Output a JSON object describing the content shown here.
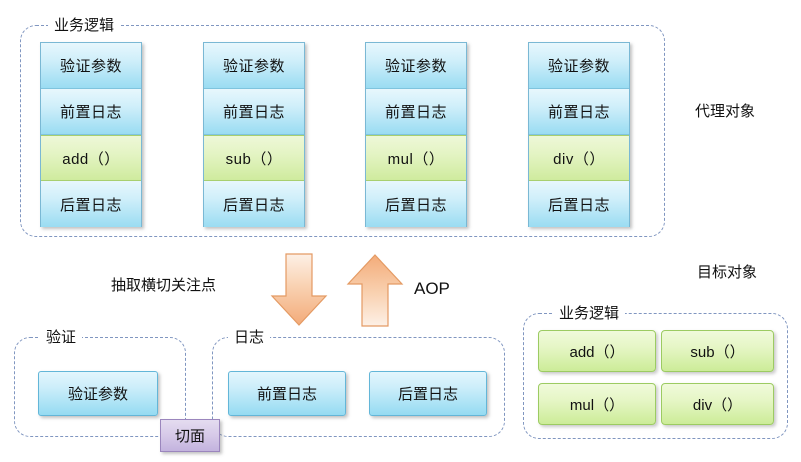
{
  "diagram": {
    "proxy_group": {
      "label": "业务逻辑",
      "side_label": "代理对象",
      "columns": [
        {
          "cells": [
            {
              "text": "验证参数",
              "kind": "blue"
            },
            {
              "text": "前置日志",
              "kind": "blue"
            },
            {
              "text": "add（）",
              "kind": "green"
            },
            {
              "text": "后置日志",
              "kind": "blue"
            }
          ]
        },
        {
          "cells": [
            {
              "text": "验证参数",
              "kind": "blue"
            },
            {
              "text": "前置日志",
              "kind": "blue"
            },
            {
              "text": "sub（）",
              "kind": "green"
            },
            {
              "text": "后置日志",
              "kind": "blue"
            }
          ]
        },
        {
          "cells": [
            {
              "text": "验证参数",
              "kind": "blue"
            },
            {
              "text": "前置日志",
              "kind": "blue"
            },
            {
              "text": "mul（）",
              "kind": "green"
            },
            {
              "text": "后置日志",
              "kind": "blue"
            }
          ]
        },
        {
          "cells": [
            {
              "text": "验证参数",
              "kind": "blue"
            },
            {
              "text": "前置日志",
              "kind": "blue"
            },
            {
              "text": "div（）",
              "kind": "green"
            },
            {
              "text": "后置日志",
              "kind": "blue"
            }
          ]
        }
      ]
    },
    "flow": {
      "extract_label": "抽取横切关注点",
      "aop_label": "AOP",
      "down_arrow": "arrow-down-icon",
      "up_arrow": "arrow-up-icon"
    },
    "aspect": {
      "badge_label": "切面",
      "validate_group_label": "验证",
      "log_group_label": "日志",
      "validate_boxes": [
        "验证参数"
      ],
      "log_boxes": [
        "前置日志",
        "后置日志"
      ]
    },
    "target": {
      "side_label": "目标对象",
      "group_label": "业务逻辑",
      "methods": [
        "add（）",
        "sub（）",
        "mul（）",
        "div（）"
      ]
    },
    "colors": {
      "blue_fill": "#9adcf2",
      "blue_border": "#63b6d8",
      "green_fill": "#cfeb9e",
      "green_border": "#9ccb62",
      "purple_fill": "#c3b3de",
      "purple_border": "#9b86bd",
      "orange_arrow": "#f4b183",
      "dash_border": "#8096c0"
    }
  }
}
